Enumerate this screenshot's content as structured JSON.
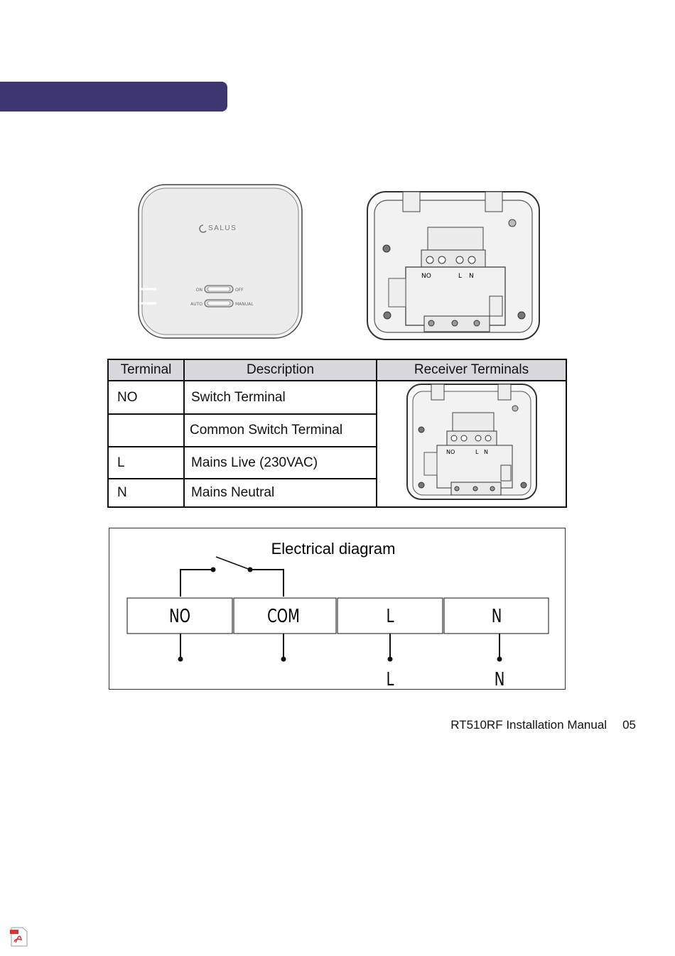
{
  "front_device": {
    "brand": "SALUS",
    "switch1": {
      "left": "ON",
      "right": "OFF"
    },
    "switch2": {
      "left": "AUTO",
      "right": "MANUAL"
    }
  },
  "back_device": {
    "labels": {
      "no": "NO",
      "l": "L",
      "n": "N"
    }
  },
  "table": {
    "headers": [
      "Terminal",
      "Description",
      "Receiver Terminals"
    ],
    "rows": [
      {
        "terminal": "NO",
        "description": "Switch Terminal"
      },
      {
        "terminal": "",
        "description": "Common Switch Terminal"
      },
      {
        "terminal": "L",
        "description": "Mains Live (230VAC)"
      },
      {
        "terminal": "N",
        "description": "Mains Neutral"
      }
    ],
    "receiver_labels": {
      "no": "NO",
      "l": "L",
      "n": "N"
    }
  },
  "diagram": {
    "title": "Electrical diagram",
    "boxes": [
      "NO",
      "COM",
      "L",
      "N"
    ],
    "bottom_labels": {
      "l": "L",
      "n": "N"
    }
  },
  "footer": {
    "manual": "RT510RF Installation Manual",
    "page": "05"
  },
  "colors": {
    "header_bar": "#3d3670",
    "table_header": "#d8d8dc"
  }
}
